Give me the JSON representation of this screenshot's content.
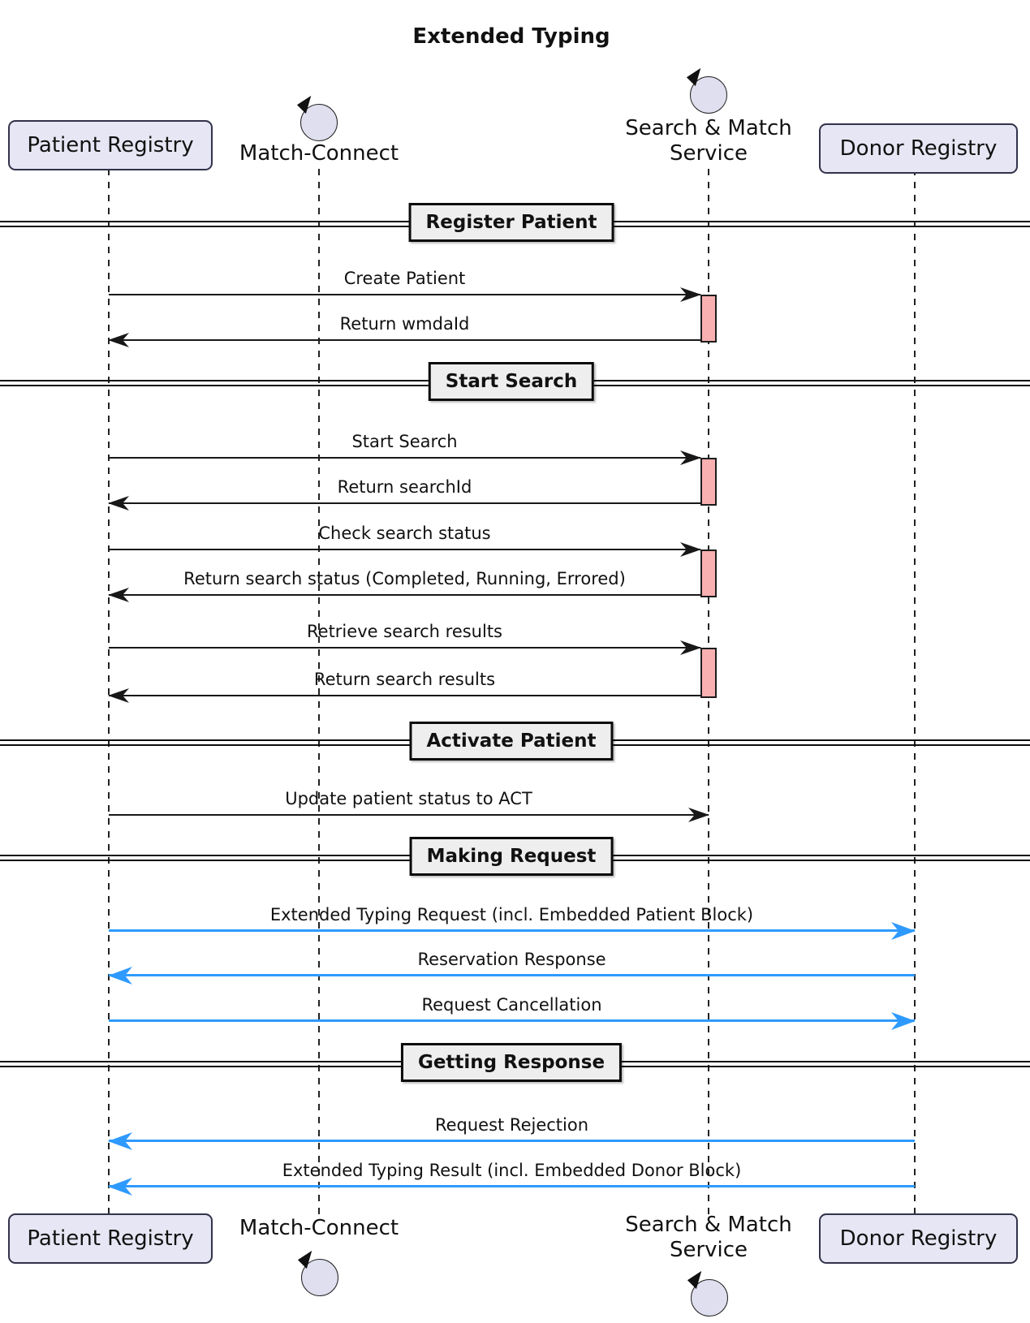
{
  "title": "Extended Typing",
  "participants": {
    "patient_registry": "Patient Registry",
    "match_connect": "Match-Connect",
    "search_match_line1": "Search & Match",
    "search_match_line2": "Service",
    "donor_registry": "Donor Registry"
  },
  "dividers": {
    "register_patient": "Register Patient",
    "start_search": "Start Search",
    "activate_patient": "Activate Patient",
    "making_request": "Making Request",
    "getting_response": "Getting Response"
  },
  "messages": [
    {
      "label": "Create Patient"
    },
    {
      "label": "Return wmdaId"
    },
    {
      "label": "Start Search"
    },
    {
      "label": "Return searchId"
    },
    {
      "label": "Check search status"
    },
    {
      "label": "Return search status (Completed, Running, Errored)"
    },
    {
      "label": "Retrieve search results"
    },
    {
      "label": "Return search results"
    },
    {
      "label": "Update patient status to ACT"
    },
    {
      "label": "Extended Typing Request (incl. Embedded Patient Block)"
    },
    {
      "label": "Reservation Response"
    },
    {
      "label": "Request Cancellation"
    },
    {
      "label": "Request Rejection"
    },
    {
      "label": "Extended Typing Result (incl. Embedded Donor Block)"
    }
  ],
  "colors": {
    "message_blue": "#2E9AFF",
    "activation_fill": "#F8B0B0",
    "participant_fill": "#E6E6F4",
    "divider_fill": "#EEEEEE",
    "line_black": "#181818"
  }
}
